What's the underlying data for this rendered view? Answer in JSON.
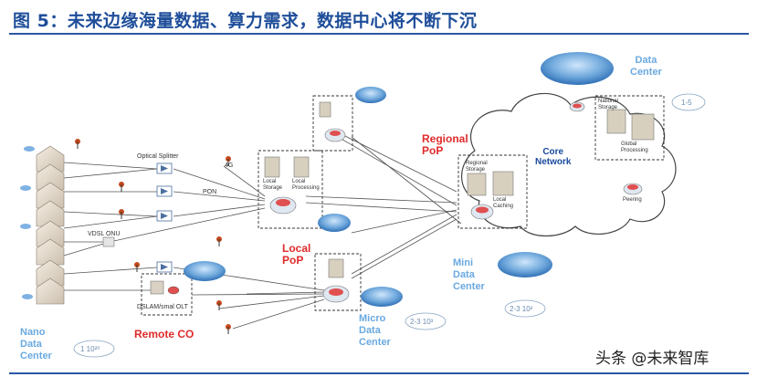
{
  "title": "图 5：未来边缘海量数据、算力需求，数据中心将不断下沉",
  "labels": {
    "data_center": "Data\nCenter",
    "regional_pop": "Regional\nPoP",
    "core_network": "Core\nNetwork",
    "local_pop": "Local\nPoP",
    "mini_data_center": "Mini\nData\nCenter",
    "micro_data_center": "Micro\nData\nCenter",
    "nano_data_center": "Nano\nData\nCenter",
    "remote_co": "Remote CO",
    "optical_splitter": "Optical Splitter",
    "pon": "PON",
    "vdsl_onu": "VDSL ONU",
    "dslam_olt": "DSLAM/smal OLT",
    "four_g": "4G",
    "local_storage": "Local\nStorage",
    "local_processing": "Local\nProcessing",
    "regional_storage": "Regional\nStorage",
    "regional_caching": "Local\nCaching",
    "national_storage": "National\nStorage",
    "global_processing": "Global\nProcessing",
    "peering": "Peering"
  },
  "ovals": {
    "dc": "1-5",
    "mini": "2-3 10²",
    "micro": "2-3 10³",
    "nano": "1 10²⁰"
  },
  "watermark": "头条 @未来智库"
}
